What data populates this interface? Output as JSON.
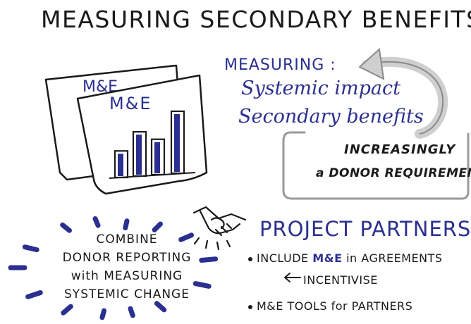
{
  "title": "MEASURING SECONDARY BENEFITS",
  "measuring": {
    "heading": "MEASURING :",
    "line1": "Systemic impact",
    "line2": "Secondary benefits"
  },
  "increasingly": {
    "line1": "INCREASINGLY",
    "line2": "a DONOR REQUIREMENT"
  },
  "documents": {
    "back_label": "M&E",
    "front_label": "M&E",
    "bar_values": [
      3,
      5,
      4,
      7
    ]
  },
  "combine": {
    "line1": "COMBINE",
    "line2": "DONOR REPORTING",
    "line3": "with MEASURING",
    "line4": "SYSTEMIC CHANGE"
  },
  "project_partners": {
    "heading": "PROJECT PARTNERS",
    "bullet1_prefix": "INCLUDE ",
    "bullet1_accent": "M&E",
    "bullet1_suffix": " in AGREEMENTS",
    "sub_note": "INCENTIVISE",
    "bullet2": "M&E TOOLS for PARTNERS"
  },
  "icons": {
    "cycle_arrow": "curved-arrow-icon",
    "handshake": "handshake-icon",
    "burst": "sunburst-icon"
  },
  "colors": {
    "ink": "#1a1a1a",
    "blue": "#2b2f8f",
    "arrow_gray": "#bdbdbd",
    "box_gray": "#9a9a9a"
  }
}
